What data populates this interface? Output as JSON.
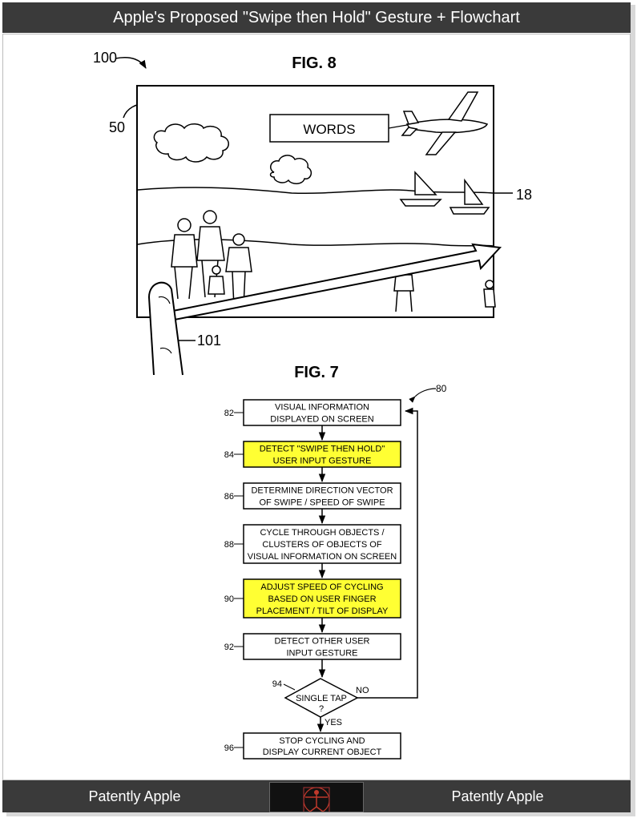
{
  "header": {
    "title": "Apple's Proposed \"Swipe then Hold\" Gesture + Flowchart"
  },
  "footer": {
    "left_label": "Patently Apple",
    "right_label": "Patently Apple"
  },
  "fig8": {
    "title": "FIG. 8",
    "ref_device": "100",
    "ref_scene": "50",
    "ref_screen": "18",
    "ref_finger": "101",
    "banner_text": "WORDS"
  },
  "fig7": {
    "title": "FIG. 7",
    "ref_flow": "80",
    "highlight_color": "#ffff33",
    "steps": [
      {
        "ref": "82",
        "lines": [
          "VISUAL INFORMATION",
          "DISPLAYED ON SCREEN"
        ],
        "highlight": false
      },
      {
        "ref": "84",
        "lines": [
          "DETECT \"SWIPE THEN HOLD\"",
          "USER INPUT GESTURE"
        ],
        "highlight": true
      },
      {
        "ref": "86",
        "lines": [
          "DETERMINE DIRECTION VECTOR",
          "OF SWIPE / SPEED OF SWIPE"
        ],
        "highlight": false
      },
      {
        "ref": "88",
        "lines": [
          "CYCLE THROUGH OBJECTS /",
          "CLUSTERS OF OBJECTS OF",
          "VISUAL INFORMATION ON SCREEN"
        ],
        "highlight": false
      },
      {
        "ref": "90",
        "lines": [
          "ADJUST SPEED OF CYCLING",
          "BASED ON USER FINGER",
          "PLACEMENT / TILT OF DISPLAY"
        ],
        "highlight": true
      },
      {
        "ref": "92",
        "lines": [
          "DETECT OTHER USER",
          "INPUT GESTURE"
        ],
        "highlight": false
      }
    ],
    "decision": {
      "ref": "94",
      "line1": "SINGLE TAP",
      "line2": "?",
      "no_label": "NO",
      "yes_label": "YES"
    },
    "final_step": {
      "ref": "96",
      "lines": [
        "STOP CYCLING AND",
        "DISPLAY CURRENT OBJECT"
      ]
    }
  }
}
